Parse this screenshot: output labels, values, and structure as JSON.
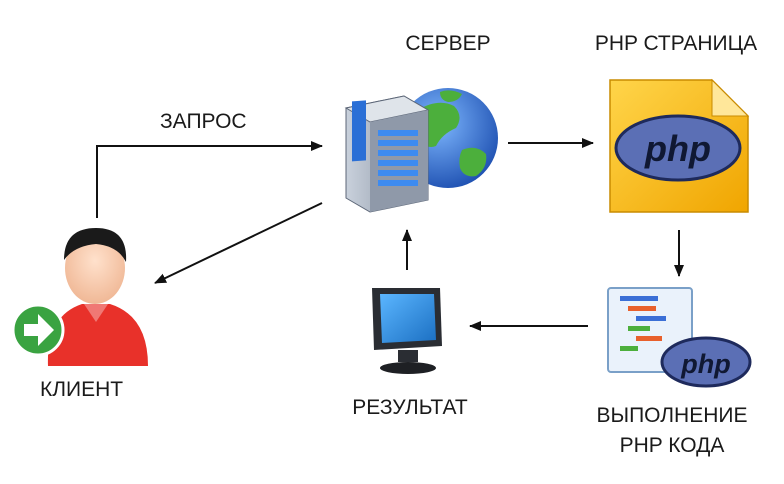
{
  "labels": {
    "server": "СЕРВЕР",
    "php_page": "PHP СТРАНИЦА",
    "request": "ЗАПРОС",
    "client": "КЛИЕНТ",
    "result": "РЕЗУЛЬТАТ",
    "exec_line1": "ВЫПОЛНЕНИЕ",
    "exec_line2": "PHP КОДА",
    "php_logo": "php",
    "php_logo_small": "php"
  },
  "colors": {
    "arrow": "#111111",
    "php_file": "#f5b400",
    "php_logo_bg": "#5b6fb5",
    "client_shirt": "#e8312a",
    "client_badge": "#3aa341",
    "server_case": "#9aa7b8",
    "globe_water": "#2f6fd6",
    "globe_land": "#4caf3c",
    "monitor_screen": "#2a8de0"
  },
  "icons": {
    "client": "user-icon",
    "server": "server-globe-icon",
    "php_page": "php-file-icon",
    "result": "monitor-icon",
    "exec": "code-document-icon"
  }
}
